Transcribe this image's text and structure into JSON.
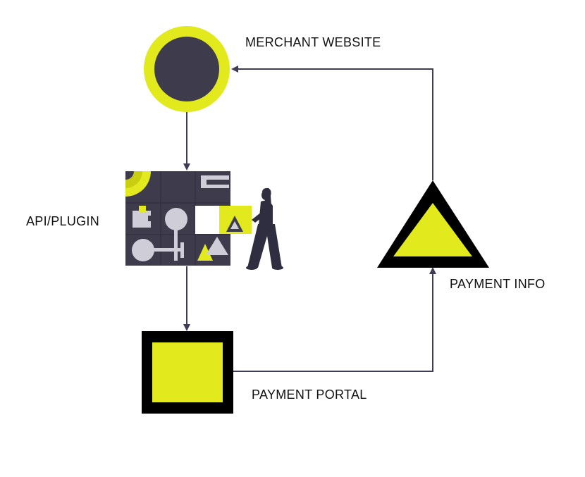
{
  "nodes": {
    "merchant_website": {
      "label": "MERCHANT WEBSITE"
    },
    "api_plugin": {
      "label": "API/PLUGIN"
    },
    "payment_portal": {
      "label": "PAYMENT PORTAL"
    },
    "payment_info": {
      "label": "PAYMENT INFO"
    }
  },
  "edges": [
    {
      "from": "merchant_website",
      "to": "api_plugin"
    },
    {
      "from": "api_plugin",
      "to": "payment_portal"
    },
    {
      "from": "payment_portal",
      "to": "payment_info"
    },
    {
      "from": "payment_info",
      "to": "merchant_website"
    }
  ],
  "colors": {
    "accent_yellow": "#e2e91c",
    "dark_navy": "#3d3b4c",
    "black": "#000000",
    "line": "#3f3d56",
    "light_gray": "#cfcdd8"
  },
  "icons": {
    "illustration": "person-with-puzzle-board-illustration"
  }
}
